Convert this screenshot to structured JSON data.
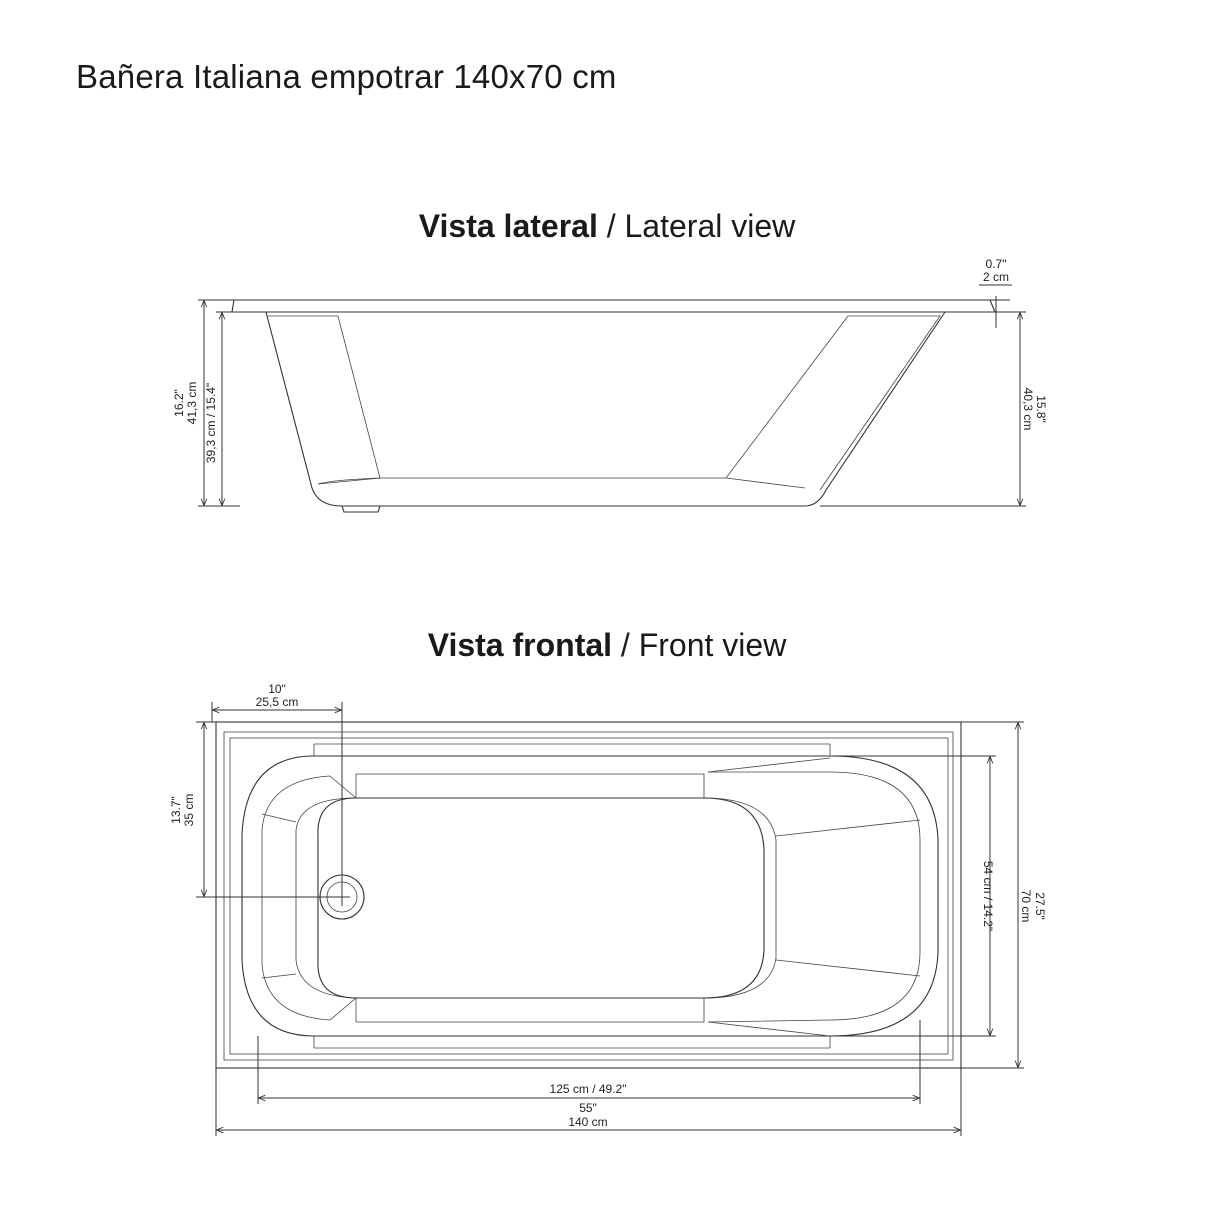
{
  "title": "Bañera Italiana empotrar 140x70 cm",
  "lateral_view": {
    "title_bold": "Vista lateral",
    "title_rest": "/ Lateral view",
    "dims": {
      "top_in": "0.7\"",
      "top_cm": "2 cm",
      "left_outer_in": "16.2\"",
      "left_outer_cm": "41,3 cm",
      "left_inner": "39,3 cm / 15.4\"",
      "right_in": "15.8\"",
      "right_cm": "40,3 cm"
    }
  },
  "front_view": {
    "title_bold": "Vista frontal",
    "title_rest": "/ Front view",
    "dims": {
      "drain_x_in": "10\"",
      "drain_x_cm": "25,5 cm",
      "drain_y_in": "13.7\"",
      "drain_y_cm": "35 cm",
      "inner_width": "54 cm / 14.2\"",
      "outer_width_in": "27.5\"",
      "outer_width_cm": "70 cm",
      "inner_length": "125 cm / 49.2\"",
      "outer_length_in": "55\"",
      "outer_length_cm": "140 cm"
    }
  }
}
